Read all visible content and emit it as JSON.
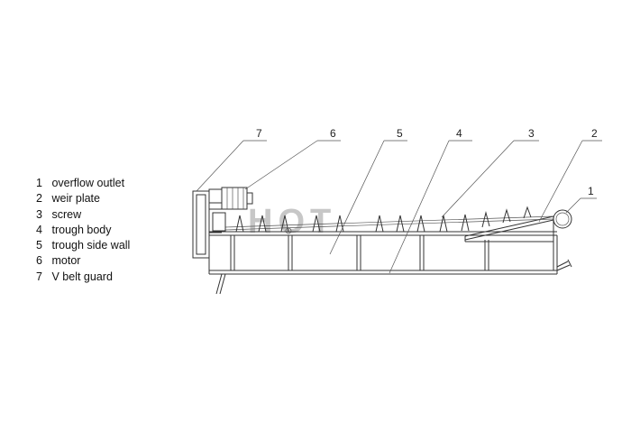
{
  "legend": [
    {
      "num": "1",
      "label": "overflow outlet"
    },
    {
      "num": "2",
      "label": "weir plate"
    },
    {
      "num": "3",
      "label": "screw"
    },
    {
      "num": "4",
      "label": "trough body"
    },
    {
      "num": "5",
      "label": "trough side wall"
    },
    {
      "num": "6",
      "label": "motor"
    },
    {
      "num": "7",
      "label": "V belt guard"
    }
  ],
  "callouts": {
    "c1": "1",
    "c2": "2",
    "c3": "3",
    "c4": "4",
    "c5": "5",
    "c6": "6",
    "c7": "7"
  },
  "watermark": "HOT"
}
